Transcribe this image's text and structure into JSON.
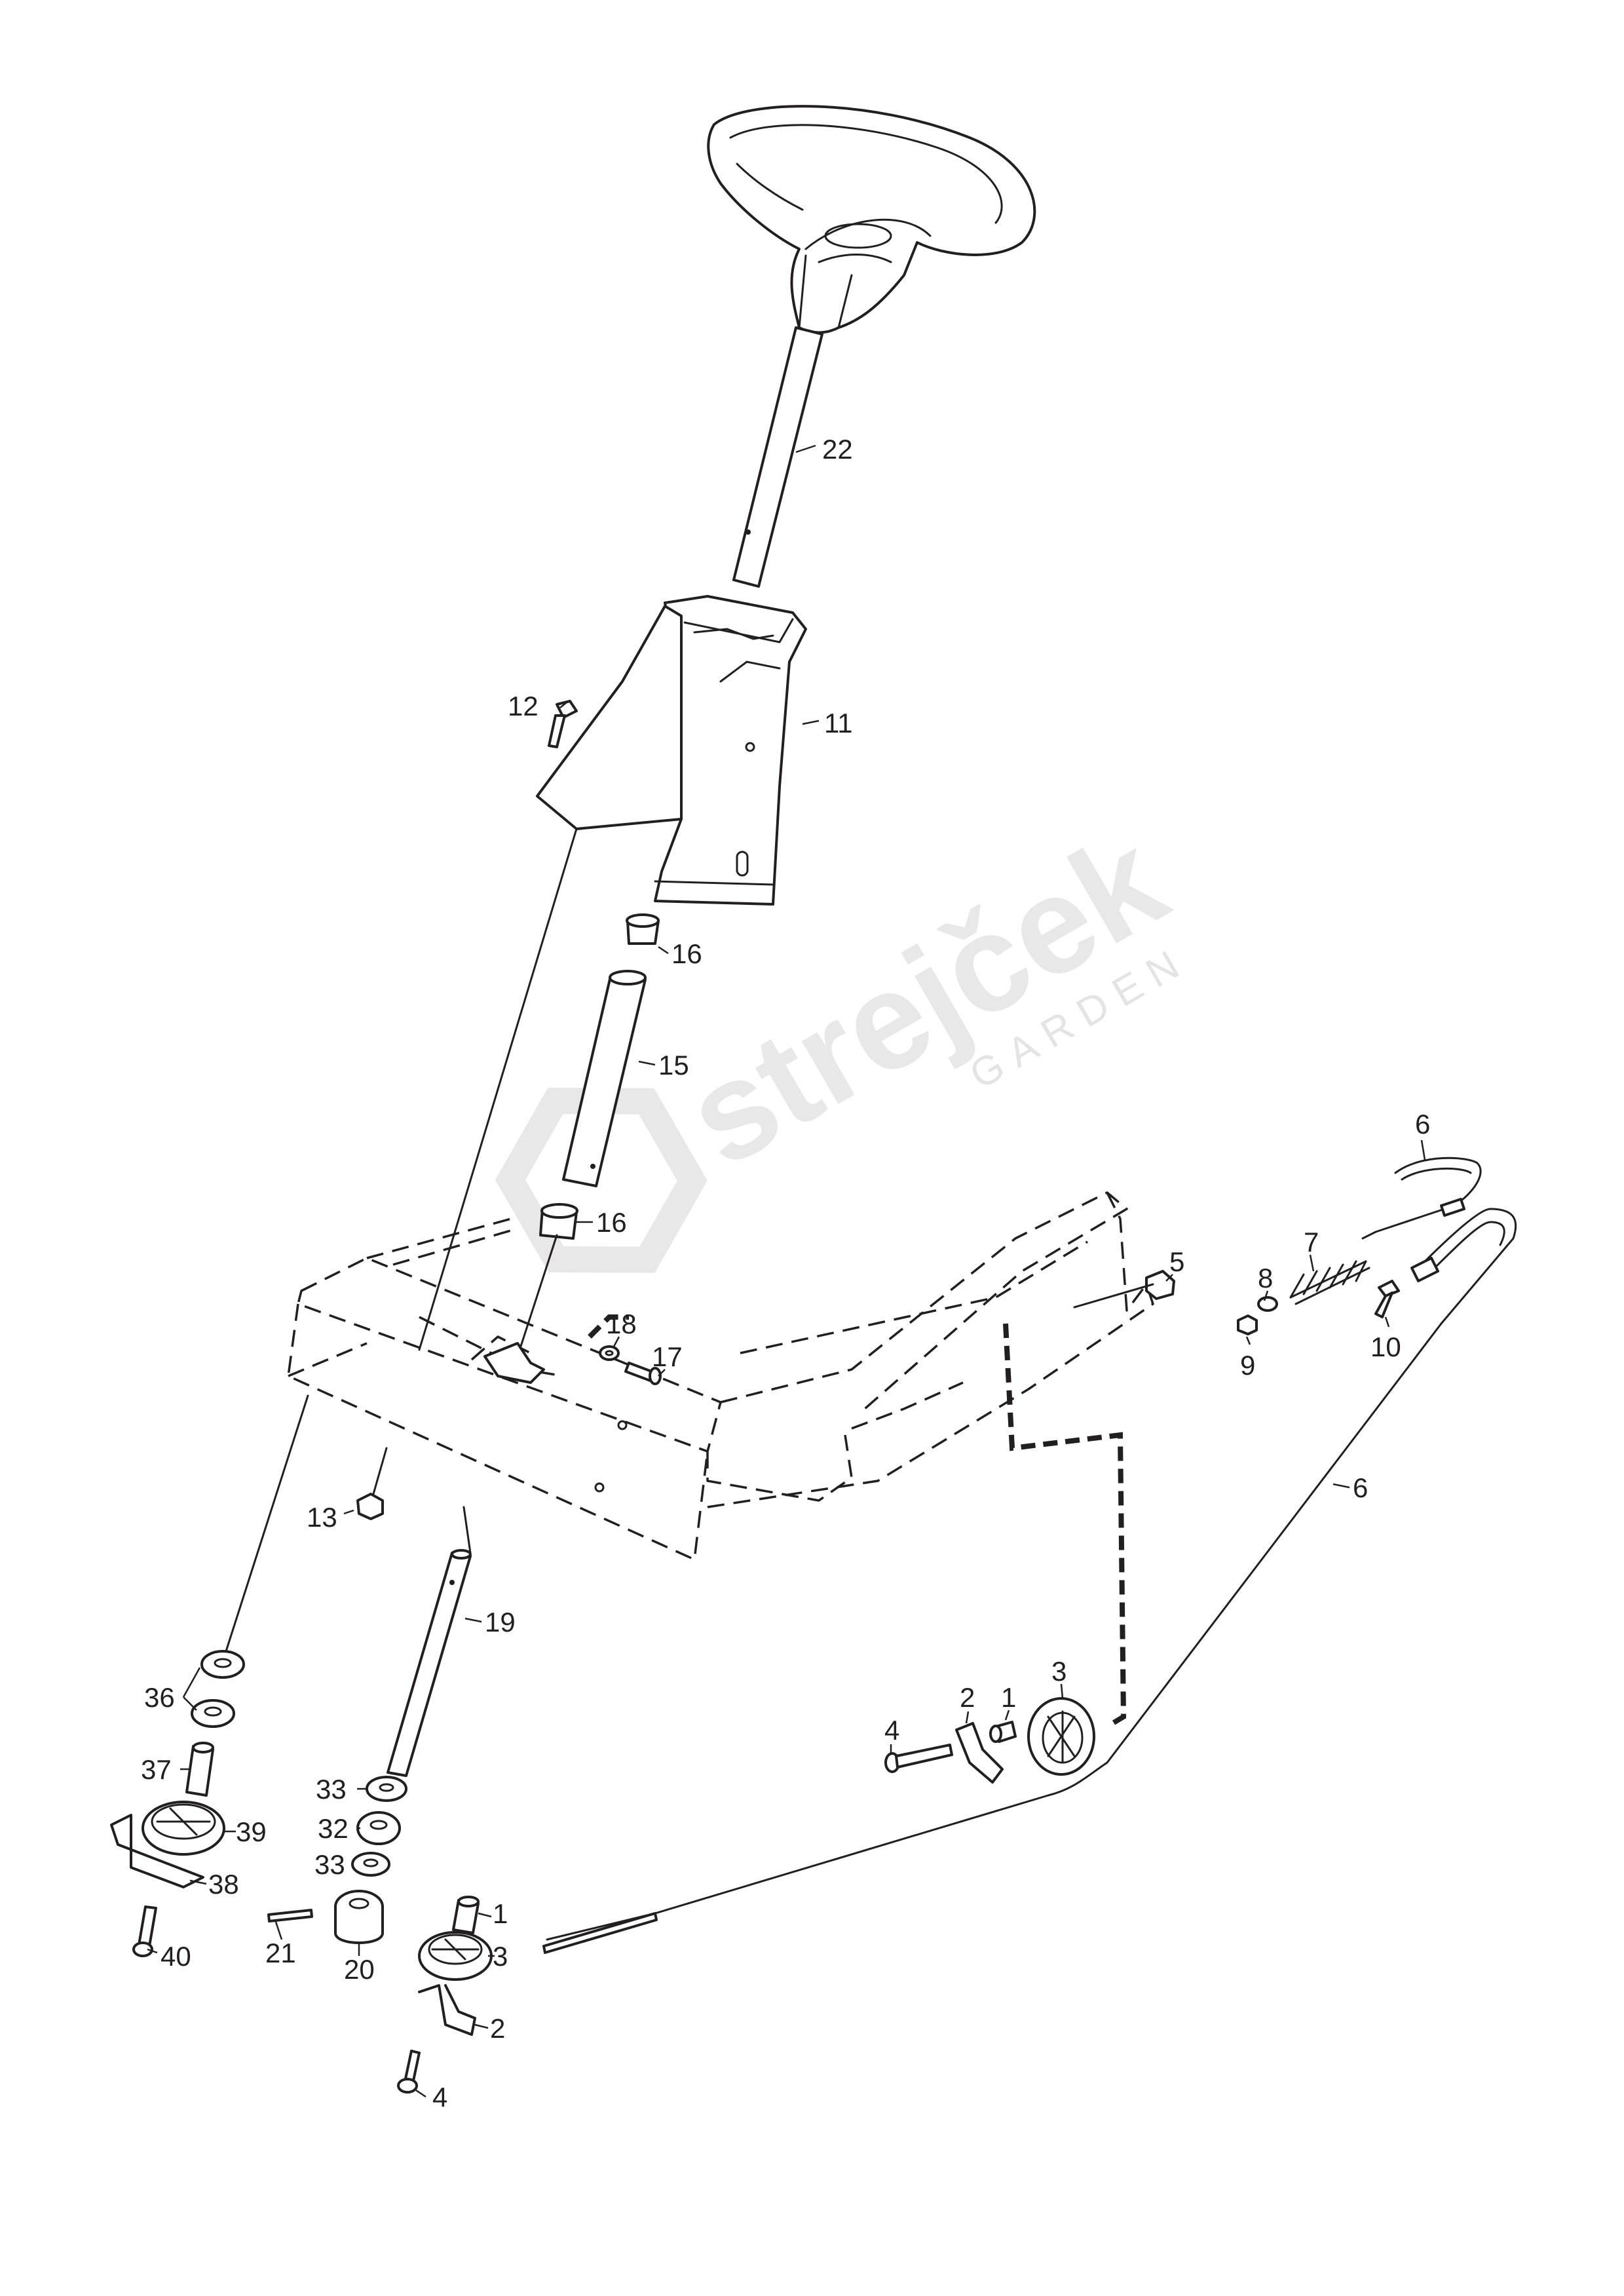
{
  "diagram": {
    "watermark": {
      "brand": "strejček",
      "sub": "GARDEN"
    },
    "callouts": {
      "c22": "22",
      "c12": "12",
      "c11": "11",
      "c16a": "16",
      "c15": "15",
      "c16b": "16",
      "c6a": "6",
      "c7": "7",
      "c5": "5",
      "c8": "8",
      "c9": "9",
      "c10": "10",
      "c18": "18",
      "c17": "17",
      "c6b": "6",
      "c13": "13",
      "c19": "19",
      "c3a": "3",
      "c2a": "2",
      "c1a": "1",
      "c4a": "4",
      "c36": "36",
      "c37": "37",
      "c39": "39",
      "c38": "38",
      "c40": "40",
      "c33a": "33",
      "c32": "32",
      "c33b": "33",
      "c21": "21",
      "c20": "20",
      "c1b": "1",
      "c3b": "3",
      "c2b": "2",
      "c4b": "4"
    }
  }
}
